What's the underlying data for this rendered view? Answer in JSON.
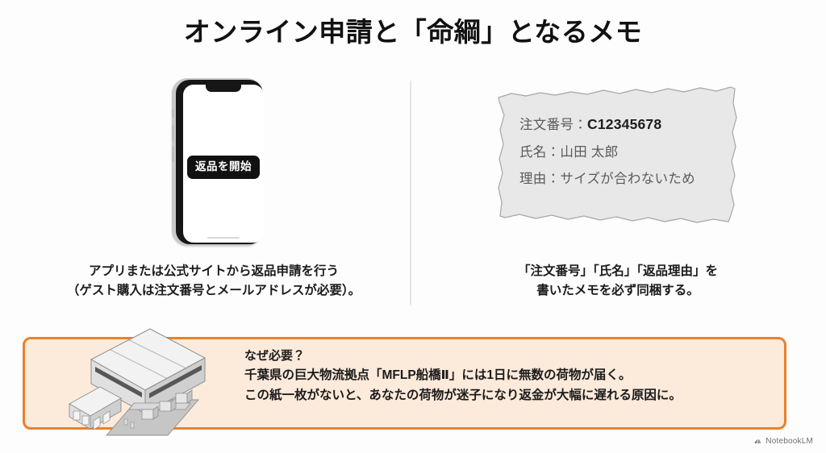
{
  "slide": {
    "title": "オンライン申請と「命綱」となるメモ",
    "background_color": "#fdfdfd"
  },
  "left_panel": {
    "phone": {
      "cta_button_label": "返品を開始"
    },
    "caption_line1": "アプリまたは公式サイトから返品申請を行う",
    "caption_line2": "（ゲスト購入は注文番号とメールアドレスが必要）。"
  },
  "right_panel": {
    "memo": {
      "order_number_label": "注文番号：",
      "order_number_value": "C12345678",
      "name_line": "氏名：山田 太郎",
      "reason_line": "理由：サイズが合わないため",
      "paper_fill": "#e8e8e8",
      "paper_stroke": "#a6a6a6"
    },
    "caption_line1": "「注文番号」「氏名」「返品理由」を",
    "caption_line2": "書いたメモを必ず同梱する。"
  },
  "callout": {
    "heading": "なぜ必要？",
    "line1": "千葉県の巨大物流拠点「MFLP船橋Ⅱ」には1日に無数の荷物が届く。",
    "line2": "この紙一枚がないと、あなたの荷物が迷子になり返金が大幅に遅れる原因に。",
    "border_color": "#e8822c",
    "fill_color": "#fceadb"
  },
  "watermark": {
    "label": "NotebookLM",
    "icon": "notebooklm-logo-icon"
  }
}
